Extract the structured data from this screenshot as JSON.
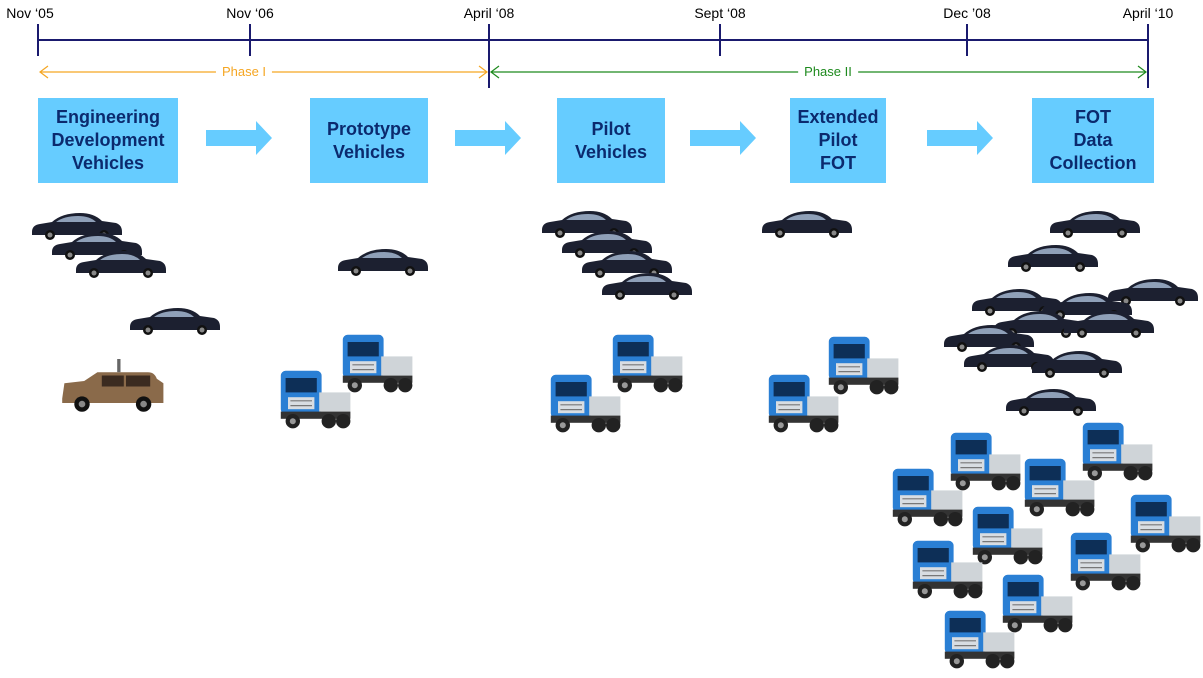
{
  "timeline": {
    "dates": [
      "Nov ‘05",
      "Nov ‘06",
      "April ‘08",
      "Sept ‘08",
      "Dec ’08",
      "April ‘10"
    ]
  },
  "phases": [
    {
      "label": "Phase I",
      "color": "#f5a623"
    },
    {
      "label": "Phase II",
      "color": "#1e8a1e"
    }
  ],
  "stages": [
    "Engineering\nDevelopment\nVehicles",
    "Prototype\nVehicles",
    "Pilot\nVehicles",
    "Extended\nPilot\nFOT",
    "FOT\nData\nCollection"
  ],
  "colors": {
    "axis": "#1a1a6e",
    "stage_box": "#66ccff",
    "stage_text": "#0b2a6e",
    "arrow": "#66ccff",
    "car": "#1c2030",
    "truck": "#2a7fd4",
    "suv": "#8a6a4a"
  },
  "icons": [
    "sedan-icon",
    "truck-icon",
    "suv-icon"
  ]
}
